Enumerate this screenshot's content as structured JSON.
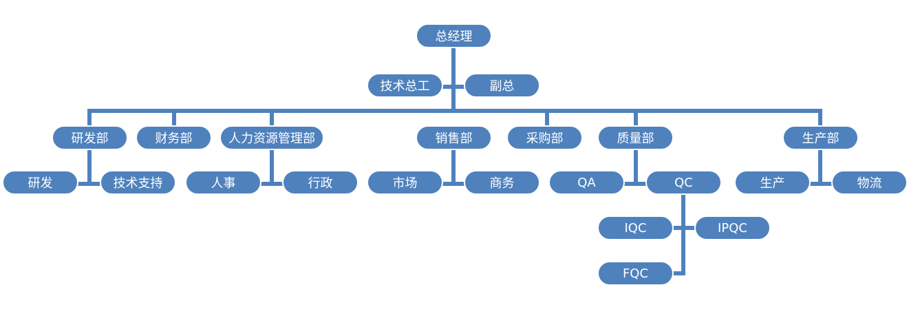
{
  "colors": {
    "node_fill": "#4f81bd",
    "connector": "#4f81bd",
    "text": "#ffffff",
    "background": "#ffffff"
  },
  "nodes": {
    "ceo": "总经理",
    "tech_chief": "技术总工",
    "deputy": "副总",
    "rd_dept": "研发部",
    "finance_dept": "财务部",
    "hr_admin_dept": "人力资源管理部",
    "sales_dept": "销售部",
    "purchasing_dept": "采购部",
    "quality_dept": "质量部",
    "production_dept": "生产部",
    "rd": "研发",
    "tech_support": "技术支持",
    "personnel": "人事",
    "administration": "行政",
    "market": "市场",
    "business": "商务",
    "qa": "QA",
    "qc": "QC",
    "iqc": "IQC",
    "ipqc": "IPQC",
    "fqc": "FQC",
    "production": "生产",
    "logistics": "物流"
  }
}
